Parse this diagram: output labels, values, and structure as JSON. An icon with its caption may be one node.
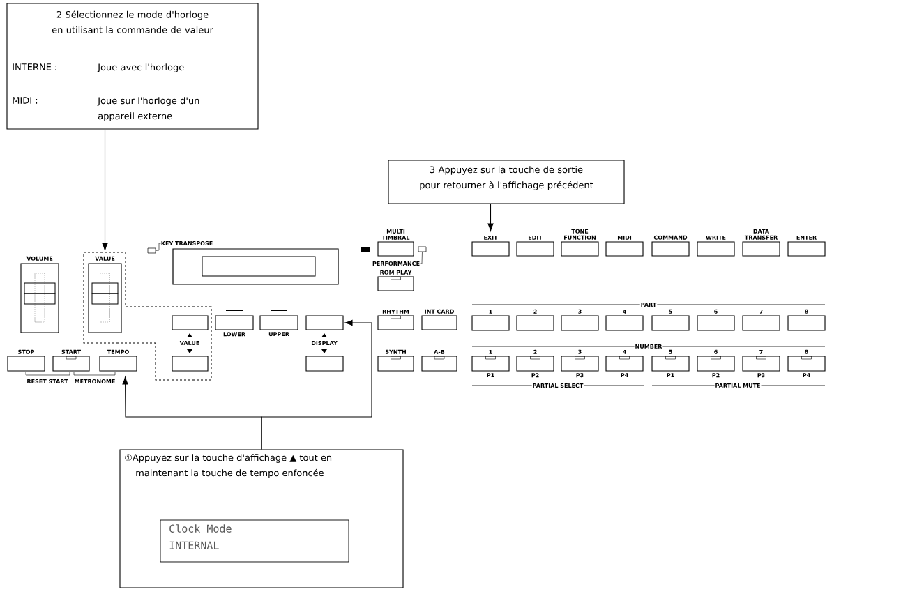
{
  "diagram": {
    "nodes": [
      {
        "text": [
          "2 Sélectionnez le mode d'horloge en utilisant la commande de valeur",
          "INTERNE :",
          "Joue avec l'horloge",
          "MIDI :",
          "Joue sur l'horloge d'un appareil externe"
        ]
      },
      {
        "text": [
          "3 Appuyez sur la touche de sortie pour retourner à l'affichage précédent"
        ]
      },
      {
        "text": [
          "①Appuyez sur la touche d'affichage ▲ tout en maintenant la touche de tempo enfoncée"
        ]
      },
      {
        "text": [
          "Clock Mode INTERNAL"
        ],
        "in": 2
      },
      {
        "text": [
          "VOLUME"
        ]
      },
      {
        "text": [
          "VALUE"
        ]
      },
      {
        "text": [
          "MULTI TIMBRAL"
        ]
      },
      {
        "text": [
          "EXIT"
        ]
      },
      {
        "text": [
          "EDIT"
        ]
      },
      {
        "text": [
          "TONE FUNCTION"
        ]
      },
      {
        "text": [
          "MIDI"
        ]
      },
      {
        "text": [
          "COMMAND"
        ]
      },
      {
        "text": [
          "WRITE"
        ]
      },
      {
        "text": [
          "DATA TRANSFER"
        ]
      },
      {
        "text": [
          "ENTER"
        ]
      },
      {
        "text": [
          "ROM PLAY"
        ]
      },
      {
        "text": [],
        "shape": "box"
      },
      {
        "text": [
          "LOWER"
        ]
      },
      {
        "text": [
          "UPPER"
        ]
      },
      {
        "text": [],
        "shape": "box"
      },
      {
        "text": [
          "RHYTHM"
        ]
      },
      {
        "text": [
          "INT CARD"
        ]
      },
      {
        "text": [
          "1"
        ]
      },
      {
        "text": [
          "2"
        ]
      },
      {
        "text": [
          "3"
        ]
      },
      {
        "text": [
          "4"
        ]
      },
      {
        "text": [
          "5"
        ]
      },
      {
        "text": [
          "6"
        ]
      },
      {
        "text": [
          "7"
        ]
      },
      {
        "text": [
          "8"
        ]
      },
      {
        "text": [
          "STOP"
        ]
      },
      {
        "text": [
          "START"
        ]
      },
      {
        "text": [
          "TEMPO"
        ]
      },
      {
        "text": [],
        "shape": "box"
      },
      {
        "text": [],
        "shape": "box"
      },
      {
        "text": [
          "SYNTH"
        ]
      },
      {
        "text": [
          "A-B"
        ]
      },
      {
        "text": [
          "1",
          "P1"
        ]
      },
      {
        "text": [
          "2",
          "P2"
        ]
      },
      {
        "text": [
          "3",
          "P3"
        ]
      },
      {
        "text": [
          "4",
          "P4"
        ]
      },
      {
        "text": [
          "5",
          "P1"
        ]
      },
      {
        "text": [
          "6",
          "P2"
        ]
      },
      {
        "text": [
          "7",
          "P3"
        ]
      },
      {
        "text": [
          "8",
          "P4"
        ]
      },
      {
        "text": [
          "KEY TRANSPOSE"
        ]
      },
      {
        "text": [],
        "shape": "box"
      },
      {
        "text": [
          "PERFORMANCE"
        ]
      },
      {
        "text": [],
        "shape": "box"
      }
    ],
    "edges": [
      {
        "from": 0,
        "to": 5,
        "arrow": "to"
      },
      {
        "from": 1,
        "to": 7,
        "arrow": "to"
      },
      {
        "from": 2,
        "to": 32,
        "arrow": "to"
      },
      {
        "from": 2,
        "to": 19,
        "arrow": "to"
      },
      {
        "from": 45,
        "to": 46,
        "arrow": "none"
      },
      {
        "from": 47,
        "to": 48,
        "arrow": "none"
      }
    ],
    "labels": [
      "PART",
      "VALUE",
      "DISPLAY",
      "NUMBER",
      "RESET START",
      "METRONOME",
      "PARTIAL SELECT",
      "PARTIAL MUTE"
    ]
  }
}
